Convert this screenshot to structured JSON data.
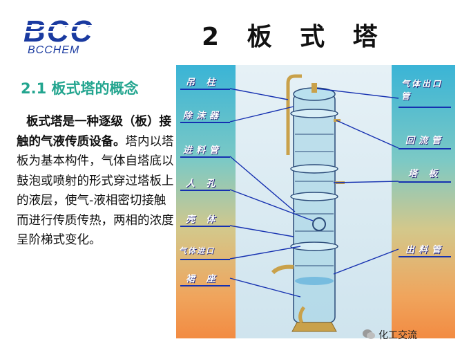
{
  "logo": {
    "mark": "BCC",
    "subtext": "BCCHEM"
  },
  "slide": {
    "title": "2 板 式 塔",
    "section_title": "2.1 板式塔的概念",
    "intro_bold": "板式塔是一种逐级（板）接触的气液传质设备。",
    "intro_rest": "塔内以塔板为基本构件，气体自塔底以鼓泡或喷射的形式穿过塔板上的液层，使气-液相密切接触而进行传质传热，两相的浓度呈阶梯式变化。"
  },
  "figure": {
    "left_labels": [
      "吊 柱",
      "除沫器",
      "进料管",
      "人 孔",
      "壳 体",
      "气体进口",
      "裙 座"
    ],
    "right_labels": [
      "气体出口管",
      "回流管",
      "塔 板",
      "出料管"
    ]
  },
  "watermark": {
    "text": "化工交流",
    "icon": "wechat-icon"
  },
  "colors": {
    "logo": "#1a3aa0",
    "section_title": "#23a58f",
    "leader_line": "#1530b0",
    "label_text": "#ffffff"
  }
}
